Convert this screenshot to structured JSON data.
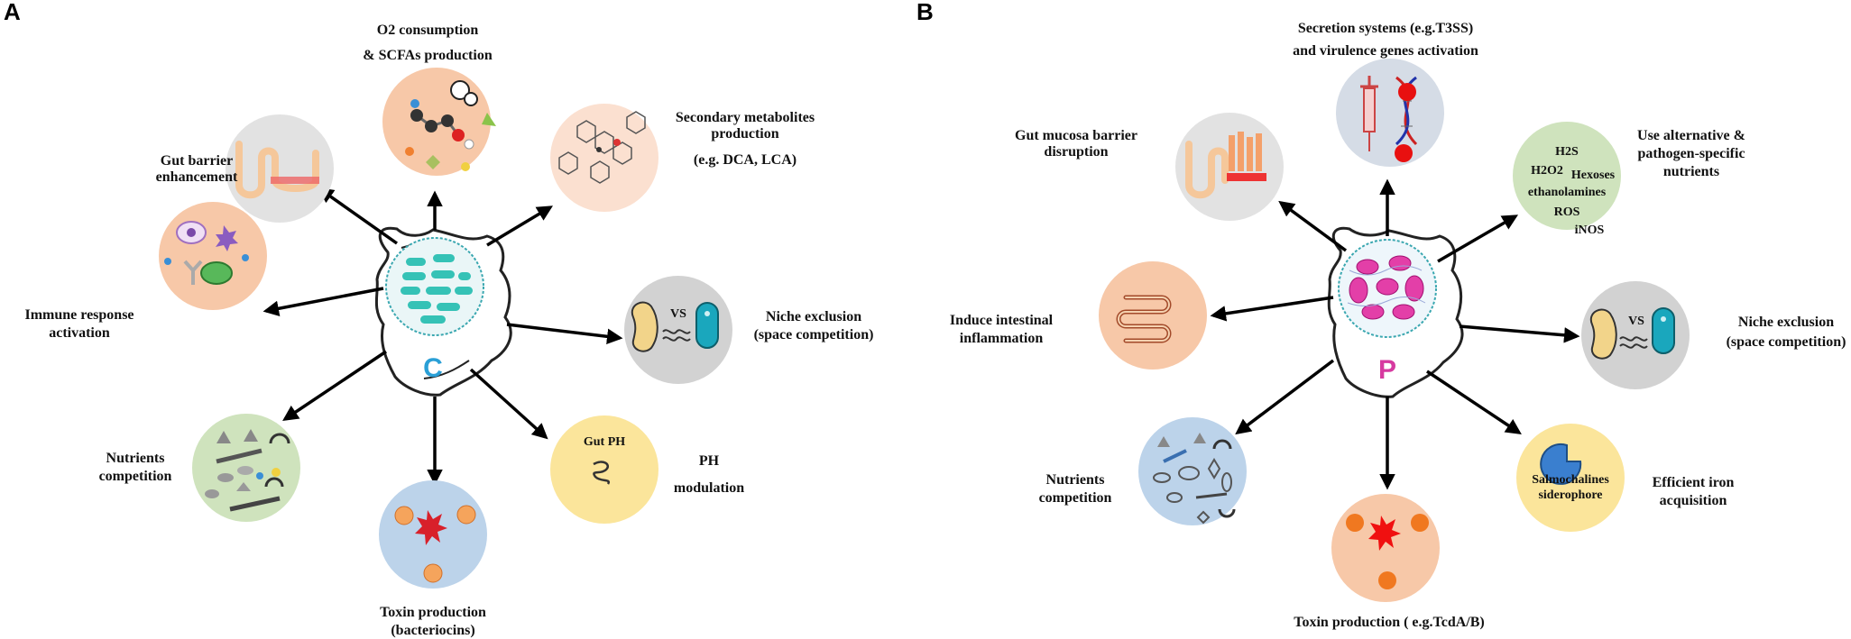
{
  "panel_a": {
    "letter": "A",
    "core_letter": "C",
    "labels": {
      "o2_line1": "O2 consumption",
      "o2_line2": "& SCFAs production",
      "barrier_line1": "Gut barrier",
      "barrier_line2": "enhancement",
      "secondary_line1": "Secondary  metabolites",
      "secondary_line2": "production",
      "secondary_line3": "(e.g. DCA, LCA)",
      "immune_line1": "Immune response",
      "immune_line2": "activation",
      "niche_line1": "Niche exclusion",
      "niche_line2": "(space competition)",
      "nutrients_line1": "Nutrients",
      "nutrients_line2": "competition",
      "ph_line1": "PH",
      "ph_line2": "modulation",
      "toxin_line1": "Toxin production",
      "toxin_line2": "(bacteriocins)"
    },
    "inner": {
      "vs": "VS",
      "gut_ph": "Gut PH"
    }
  },
  "panel_b": {
    "letter": "B",
    "core_letter": "P",
    "labels": {
      "secretion_line1": "Secretion systems (e.g.T3SS)",
      "secretion_line2": "and virulence genes activation",
      "mucosa_line1": "Gut mucosa barrier",
      "mucosa_line2": "disruption",
      "alt_line1": "Use alternative &",
      "alt_line2": "pathogen-specific",
      "alt_line3": "nutrients",
      "inflam_line1": "Induce intestinal",
      "inflam_line2": "inflammation",
      "niche_line1": "Niche exclusion",
      "niche_line2": "(space competition)",
      "nutrients_line1": "Nutrients",
      "nutrients_line2": "competition",
      "iron_line1": "Efficient iron",
      "iron_line2": "acquisition",
      "toxin_line1": "Toxin production ( e.g.TcdA/B)"
    },
    "inner": {
      "vs": "VS",
      "h2s": "H2S",
      "h2o2": "H2O2",
      "hexoses": "Hexoses",
      "ethanolamines": "ethanolamines",
      "ros": "ROS",
      "inos": "iNOS",
      "salmo_line1": "Salmochalines",
      "salmo_line2": "siderophore"
    }
  },
  "colors": {
    "grey": "#e2e2e2",
    "orange": "#f7c8a8",
    "peach": "#fbe0d0",
    "green": "#cfe3bd",
    "blue": "#bcd3ea",
    "yellow": "#fbe59b",
    "slate": "#d5dce6",
    "darkgrey": "#d2d2d2"
  }
}
